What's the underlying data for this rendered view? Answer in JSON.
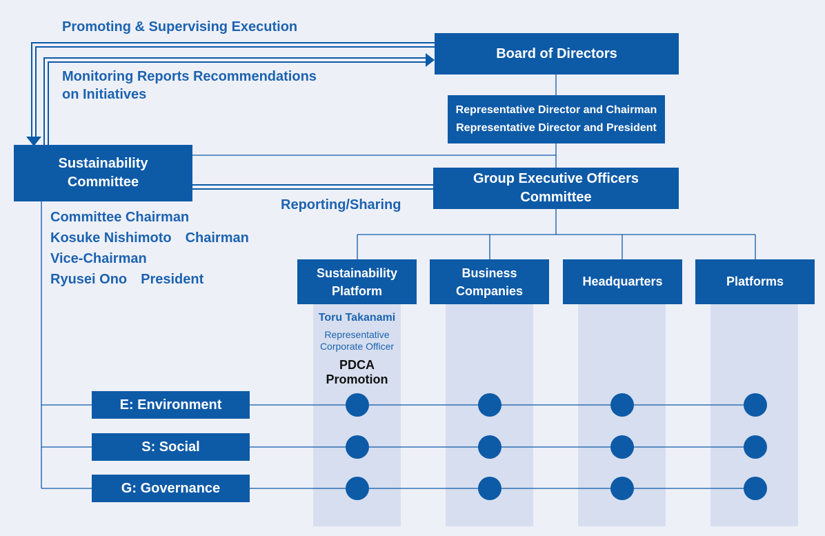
{
  "arrows": {
    "promoting_label": "Promoting & Supervising Execution",
    "monitoring_label_line1": "Monitoring Reports Recommendations",
    "monitoring_label_line2": "on Initiatives",
    "reporting_label": "Reporting/Sharing"
  },
  "board": {
    "label": "Board of Directors"
  },
  "representatives": {
    "line1": "Representative Director and Chairman",
    "line2": "Representative Director and President"
  },
  "executive_committee": {
    "line1": "Group Executive Officers",
    "line2": "Committee"
  },
  "sustainability_committee": {
    "line1": "Sustainability",
    "line2": "Committee",
    "members": [
      "Committee Chairman",
      "Kosuke Nishimoto Chairman",
      "Vice-Chairman",
      "Ryusei Ono President"
    ]
  },
  "units": [
    {
      "line1": "Sustainability",
      "line2": "Platform"
    },
    {
      "line1": "Business",
      "line2": "Companies"
    },
    {
      "line1": "Headquarters",
      "line2": ""
    },
    {
      "line1": "Platforms",
      "line2": ""
    }
  ],
  "platform_officer": {
    "name": "Toru Takanami",
    "title_line1": "Representative",
    "title_line2": "Corporate Officer",
    "pdca_line1": "PDCA",
    "pdca_line2": "Promotion"
  },
  "esg": [
    {
      "label": "E: Environment"
    },
    {
      "label": "S: Social"
    },
    {
      "label": "G: Governance"
    }
  ],
  "colors": {
    "box_blue": "#0d5aa7",
    "text_blue": "#1c63b0",
    "column_bg": "#d6deef",
    "page_bg": "#eef0f8"
  }
}
